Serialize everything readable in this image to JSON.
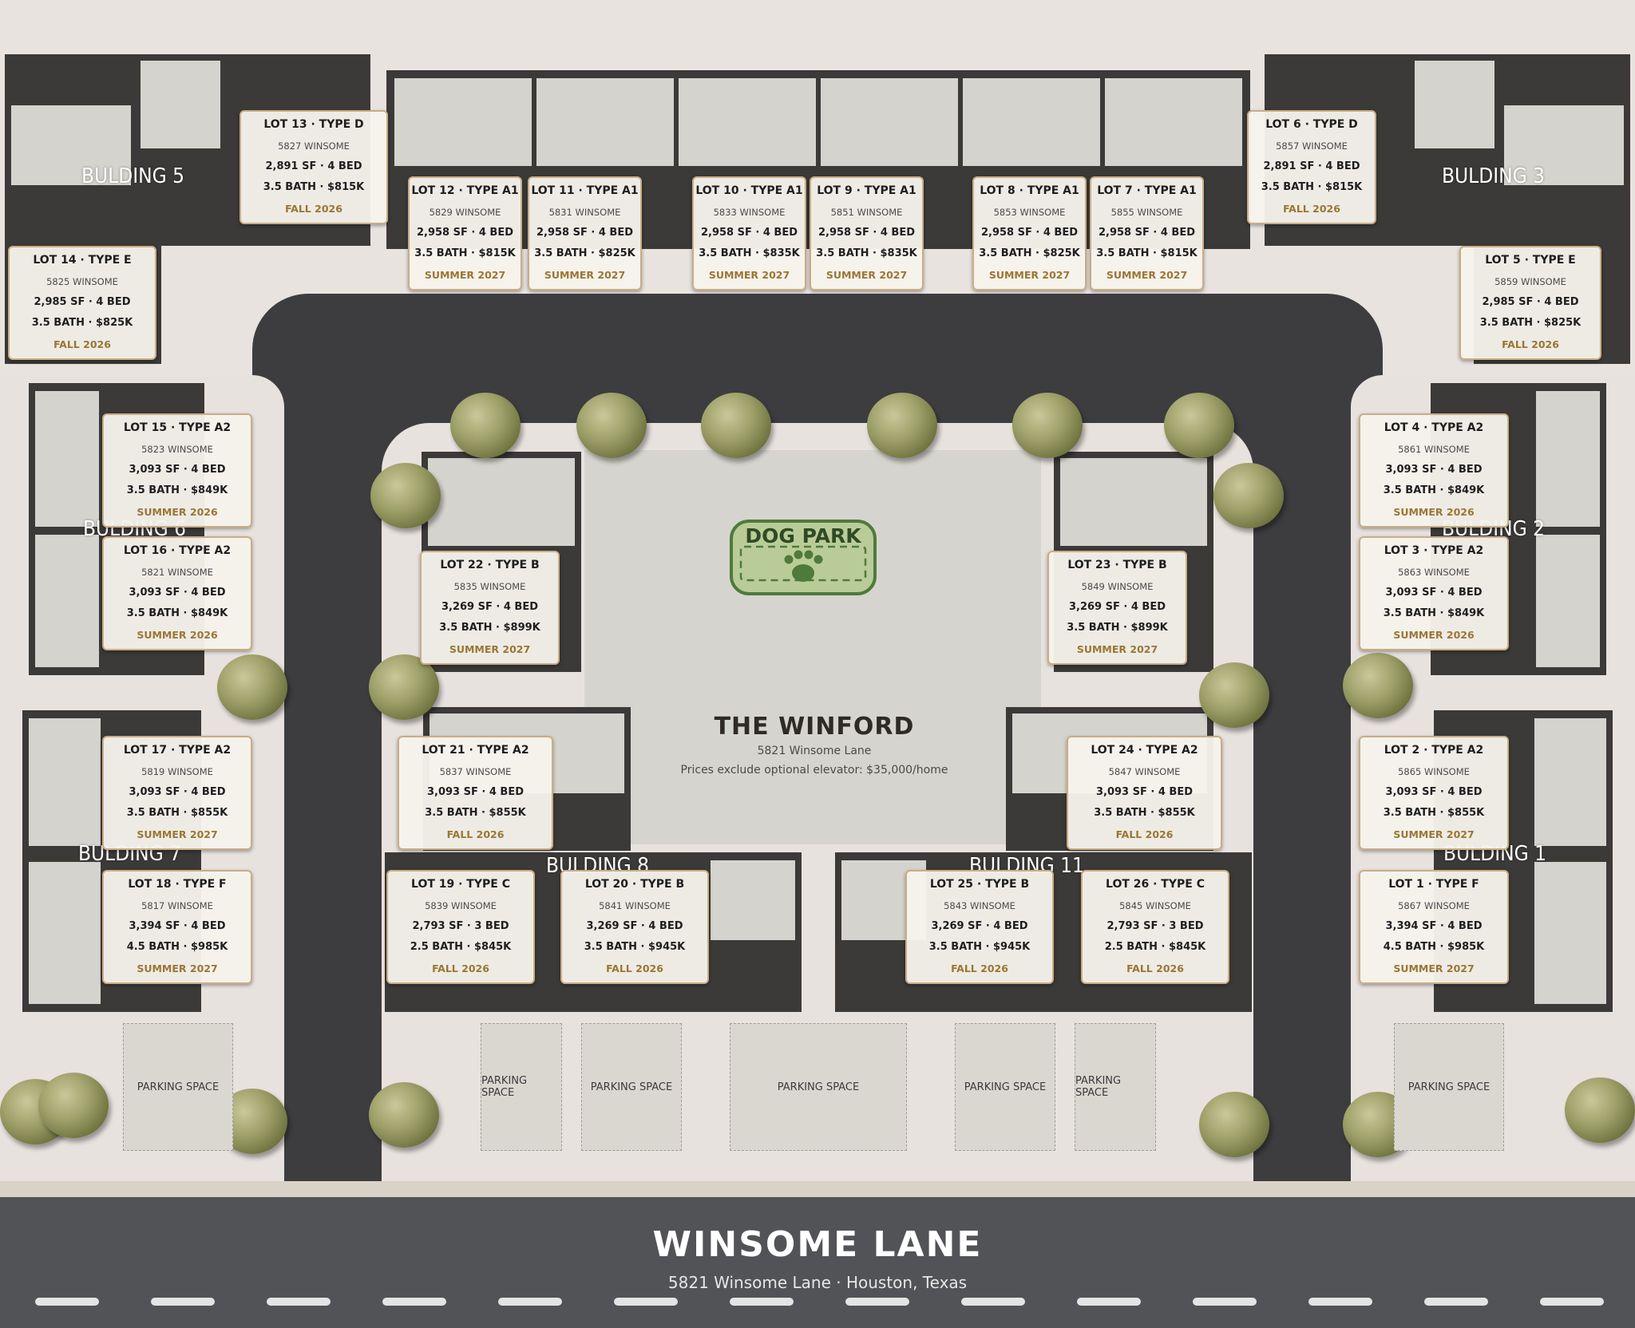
{
  "site": {
    "name": "THE WINFORD",
    "address": "5821 Winsome Lane",
    "note": "Prices exclude optional elevator: $35,000/home"
  },
  "dog_park": {
    "label": "DOG PARK",
    "icon": "paw-icon",
    "fill": "#b9cc98",
    "stroke": "#4e7a3c"
  },
  "street": {
    "name": "WINSOME LANE",
    "address": "5821 Winsome Lane · Houston, Texas"
  },
  "parking_label": "PARKING SPACE",
  "buildings": [
    {
      "label": "BULDING 5"
    },
    {
      "label": "BULDING 3"
    },
    {
      "label": "BULDING 6"
    },
    {
      "label": "BULDING 2"
    },
    {
      "label": "BULDING 7"
    },
    {
      "label": "BULDING 1"
    },
    {
      "label": "BULDING 8"
    },
    {
      "label": "BULDING 11"
    }
  ],
  "lots": [
    {
      "title": "LOT 13  ·  TYPE D",
      "address": "5827 WINSOME",
      "size": "2,891 SF  ·  4 BED",
      "bath_price": "3.5 BATH  ·  $815K",
      "delivery": "FALL 2026"
    },
    {
      "title": "LOT 14  ·  TYPE E",
      "address": "5825 WINSOME",
      "size": "2,985 SF  ·  4 BED",
      "bath_price": "3.5 BATH  ·  $825K",
      "delivery": "FALL 2026"
    },
    {
      "title": "LOT 12  ·  TYPE A1",
      "address": "5829 WINSOME",
      "size": "2,958 SF  ·  4 BED",
      "bath_price": "3.5 BATH  ·  $815K",
      "delivery": "SUMMER 2027"
    },
    {
      "title": "LOT 11  ·  TYPE A1",
      "address": "5831 WINSOME",
      "size": "2,958 SF  ·  4 BED",
      "bath_price": "3.5 BATH  ·  $825K",
      "delivery": "SUMMER 2027"
    },
    {
      "title": "LOT 10  ·  TYPE A1",
      "address": "5833 WINSOME",
      "size": "2,958 SF  ·  4 BED",
      "bath_price": "3.5 BATH  ·  $835K",
      "delivery": "SUMMER 2027"
    },
    {
      "title": "LOT 9  ·  TYPE A1",
      "address": "5851 WINSOME",
      "size": "2,958 SF  ·  4 BED",
      "bath_price": "3.5 BATH  ·  $835K",
      "delivery": "SUMMER 2027"
    },
    {
      "title": "LOT 8  ·  TYPE A1",
      "address": "5853 WINSOME",
      "size": "2,958 SF  ·  4 BED",
      "bath_price": "3.5 BATH  ·  $825K",
      "delivery": "SUMMER 2027"
    },
    {
      "title": "LOT 7  ·  TYPE A1",
      "address": "5855 WINSOME",
      "size": "2,958 SF  ·  4 BED",
      "bath_price": "3.5 BATH  ·  $815K",
      "delivery": "SUMMER 2027"
    },
    {
      "title": "LOT 6  ·  TYPE D",
      "address": "5857 WINSOME",
      "size": "2,891 SF  ·  4 BED",
      "bath_price": "3.5 BATH  ·  $815K",
      "delivery": "FALL 2026"
    },
    {
      "title": "LOT 5  ·  TYPE E",
      "address": "5859 WINSOME",
      "size": "2,985 SF  ·  4 BED",
      "bath_price": "3.5 BATH  ·  $825K",
      "delivery": "FALL 2026"
    },
    {
      "title": "LOT 15  ·  TYPE A2",
      "address": "5823 WINSOME",
      "size": "3,093 SF  ·  4 BED",
      "bath_price": "3.5 BATH  ·  $849K",
      "delivery": "SUMMER 2026"
    },
    {
      "title": "LOT 16  ·  TYPE A2",
      "address": "5821 WINSOME",
      "size": "3,093 SF  ·  4 BED",
      "bath_price": "3.5 BATH  ·  $849K",
      "delivery": "SUMMER 2026"
    },
    {
      "title": "LOT 4  ·  TYPE A2",
      "address": "5861 WINSOME",
      "size": "3,093 SF  ·  4 BED",
      "bath_price": "3.5 BATH  ·  $849K",
      "delivery": "SUMMER 2026"
    },
    {
      "title": "LOT 3  ·  TYPE A2",
      "address": "5863 WINSOME",
      "size": "3,093 SF  ·  4 BED",
      "bath_price": "3.5 BATH  ·  $849K",
      "delivery": "SUMMER 2026"
    },
    {
      "title": "LOT 22  ·  TYPE B",
      "address": "5835 WINSOME",
      "size": "3,269 SF  ·  4 BED",
      "bath_price": "3.5 BATH  ·  $899K",
      "delivery": "SUMMER 2027"
    },
    {
      "title": "LOT 23  ·  TYPE B",
      "address": "5849 WINSOME",
      "size": "3,269 SF  ·  4 BED",
      "bath_price": "3.5 BATH  ·  $899K",
      "delivery": "SUMMER 2027"
    },
    {
      "title": "LOT 17  ·  TYPE A2",
      "address": "5819 WINSOME",
      "size": "3,093 SF  ·  4 BED",
      "bath_price": "3.5 BATH  ·  $855K",
      "delivery": "SUMMER 2027"
    },
    {
      "title": "LOT 21  ·  TYPE A2",
      "address": "5837 WINSOME",
      "size": "3,093 SF  ·  4 BED",
      "bath_price": "3.5 BATH  ·  $855K",
      "delivery": "FALL 2026"
    },
    {
      "title": "LOT 24  ·  TYPE A2",
      "address": "5847 WINSOME",
      "size": "3,093 SF  ·  4 BED",
      "bath_price": "3.5 BATH  ·  $855K",
      "delivery": "FALL 2026"
    },
    {
      "title": "LOT 2  ·  TYPE A2",
      "address": "5865 WINSOME",
      "size": "3,093 SF  ·  4 BED",
      "bath_price": "3.5 BATH  ·  $855K",
      "delivery": "SUMMER 2027"
    },
    {
      "title": "LOT 18  ·  TYPE F",
      "address": "5817 WINSOME",
      "size": "3,394 SF  ·  4 BED",
      "bath_price": "4.5 BATH  ·  $985K",
      "delivery": "SUMMER 2027"
    },
    {
      "title": "LOT 19  ·  TYPE C",
      "address": "5839 WINSOME",
      "size": "2,793 SF  ·  3 BED",
      "bath_price": "2.5 BATH  ·  $845K",
      "delivery": "FALL 2026"
    },
    {
      "title": "LOT 20  ·  TYPE B",
      "address": "5841 WINSOME",
      "size": "3,269 SF  ·  4 BED",
      "bath_price": "3.5 BATH  ·  $945K",
      "delivery": "FALL 2026"
    },
    {
      "title": "LOT 25  ·  TYPE B",
      "address": "5843 WINSOME",
      "size": "3,269 SF  ·  4 BED",
      "bath_price": "3.5 BATH  ·  $945K",
      "delivery": "FALL 2026"
    },
    {
      "title": "LOT 26  ·  TYPE C",
      "address": "5845 WINSOME",
      "size": "2,793 SF  ·  3 BED",
      "bath_price": "2.5 BATH  ·  $845K",
      "delivery": "FALL 2026"
    },
    {
      "title": "LOT 1  ·  TYPE F",
      "address": "5867 WINSOME",
      "size": "3,394 SF  ·  4 BED",
      "bath_price": "4.5 BATH  ·  $985K",
      "delivery": "SUMMER 2027"
    }
  ],
  "colors": {
    "asphalt": "#3d3d3f",
    "card_border": "#c9ad84",
    "delivery_text": "#9b7633",
    "street": "#525356"
  }
}
